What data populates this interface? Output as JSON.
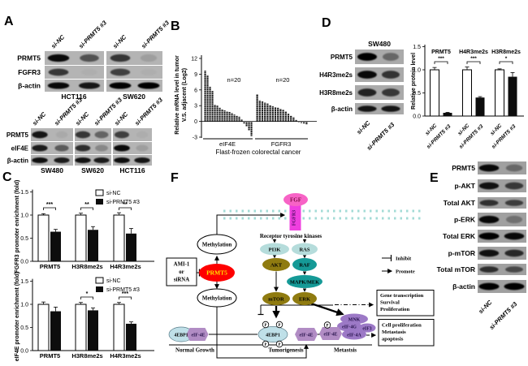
{
  "figure": {
    "labels": {
      "A": "A",
      "B": "B",
      "C": "C",
      "D": "D",
      "E": "E",
      "F": "F"
    },
    "background": "#ffffff"
  },
  "panelA": {
    "top": {
      "lane_labels": [
        "si-NC",
        "si-PRMT5 #3",
        "si-NC",
        "si-PRMT5 #3"
      ],
      "rows": [
        "PRMT5",
        "FGFR3",
        "β-actin"
      ],
      "cell_lines": [
        "HCT116",
        "SW620"
      ],
      "bands": [
        [
          0.95,
          0.55,
          0.7,
          0.12
        ],
        [
          0.7,
          0.03,
          0.65,
          0.03
        ],
        [
          0.95,
          0.88,
          1.0,
          1.0
        ]
      ]
    },
    "bottom": {
      "lane_labels": [
        "si-NC",
        "si-PRMT5 #3",
        "si-NC",
        "si-PRMT5 #3",
        "si-NC",
        "si-PRMT5 #3"
      ],
      "rows": [
        "PRMT5",
        "eIF4E",
        "β-actin"
      ],
      "cell_lines": [
        "SW480",
        "SW620",
        "HCT116"
      ],
      "bands": [
        [
          0.88,
          0.06,
          0.7,
          0.45,
          0.65,
          0.04
        ],
        [
          0.85,
          0.5,
          0.75,
          0.25,
          0.95,
          0.12
        ],
        [
          0.92,
          0.85,
          0.9,
          0.85,
          0.92,
          0.88
        ]
      ]
    }
  },
  "panelB": {
    "type": "bar",
    "ylabel_line1": "Relative mRNA level in tumor",
    "ylabel_line2": "V.S. adjacent (Log2)",
    "xlabel": "Flast-frozen colorectal cancer",
    "yticks": [
      12,
      9,
      6,
      3,
      0,
      -3
    ],
    "ylim": [
      -3,
      12
    ],
    "groups": [
      {
        "name": "eIF4E",
        "n_label": "n=20",
        "values": [
          9.7,
          8.8,
          6.6,
          5.8,
          3.2,
          3.0,
          2.6,
          2.3,
          2.1,
          1.9,
          1.8,
          1.6,
          1.3,
          1.1,
          0.9,
          0.4,
          -0.4,
          -1.0,
          -1.7,
          -2.8
        ]
      },
      {
        "name": "FGFR3",
        "n_label": "n=20",
        "values": [
          5.2,
          4.0,
          3.8,
          3.6,
          3.4,
          3.1,
          2.9,
          2.7,
          2.6,
          2.4,
          2.2,
          1.9,
          1.5,
          1.1,
          0.8,
          0.3,
          -0.2,
          -0.3,
          -0.4,
          -0.6
        ]
      }
    ]
  },
  "panelC": {
    "legend": [
      "si-NC",
      "si-PRMT5 #3"
    ],
    "charts": [
      {
        "type": "bar",
        "ylabel": "FGFR3 promoter enrichment (fold)",
        "yticks": [
          "1.5",
          "1.0",
          "0.5",
          "0.0"
        ],
        "categories": [
          "PRMT5",
          "H3R8me2s",
          "H4R3me2s"
        ],
        "si_nc": [
          1.0,
          1.0,
          1.0
        ],
        "si_nc_err": [
          0.03,
          0.04,
          0.05
        ],
        "si_prmt5": [
          0.64,
          0.68,
          0.6
        ],
        "si_prmt5_err": [
          0.05,
          0.07,
          0.11
        ],
        "significance": [
          "***",
          "**",
          "**"
        ]
      },
      {
        "type": "bar",
        "ylabel": "eIF4E promoter enrichment (fold)",
        "yticks": [
          "1.5",
          "1.0",
          "0.5",
          "0.0"
        ],
        "categories": [
          "PRMT5",
          "H3R8me2s",
          "H4R3me2s"
        ],
        "si_nc": [
          1.0,
          1.0,
          1.0
        ],
        "si_nc_err": [
          0.05,
          0.04,
          0.04
        ],
        "si_prmt5": [
          0.85,
          0.87,
          0.58
        ],
        "si_prmt5_err": [
          0.09,
          0.05,
          0.04
        ],
        "significance": [
          "",
          "*",
          "***"
        ]
      }
    ]
  },
  "panelD": {
    "blot": {
      "title": "SW480",
      "rows": [
        "PRMT5",
        "H4R3me2s",
        "H3R8me2s",
        "β-actin"
      ],
      "lane_labels": [
        "si-NC",
        "si-PRMT5 #3"
      ],
      "bands": [
        [
          1.0,
          0.4
        ],
        [
          0.95,
          0.7
        ],
        [
          0.8,
          0.68
        ],
        [
          0.88,
          0.88
        ]
      ]
    },
    "chart": {
      "type": "bar",
      "ylabel": "Relative protein level",
      "yticks": [
        "1.5",
        "1.0",
        "0.5",
        "0.0"
      ],
      "xlabels": [
        "si-NC",
        "si-PRMT5 #3"
      ],
      "groups": [
        {
          "name": "PRMT5",
          "significance": "***",
          "si_nc": 1.0,
          "si_nc_err": 0.05,
          "si_prmt5": 0.07,
          "si_prmt5_err": 0.01
        },
        {
          "name": "H4R3me2s",
          "significance": "***",
          "si_nc": 1.0,
          "si_nc_err": 0.06,
          "si_prmt5": 0.4,
          "si_prmt5_err": 0.02
        },
        {
          "name": "H3R8me2s",
          "significance": "*",
          "si_nc": 1.0,
          "si_nc_err": 0.02,
          "si_prmt5": 0.85,
          "si_prmt5_err": 0.09
        }
      ]
    }
  },
  "panelE": {
    "rows": [
      "PRMT5",
      "p-AKT",
      "Total AKT",
      "p-ERK",
      "Total ERK",
      "p-mTOR",
      "Total mTOR",
      "β-actin"
    ],
    "lane_labels": [
      "si-NC",
      "si-PRMT5 #3"
    ],
    "bands": [
      [
        0.95,
        0.35
      ],
      [
        0.9,
        0.65
      ],
      [
        0.7,
        0.62
      ],
      [
        0.95,
        0.3
      ],
      [
        1.0,
        0.95
      ],
      [
        0.9,
        0.75
      ],
      [
        0.72,
        0.55
      ],
      [
        1.0,
        1.0
      ]
    ]
  },
  "panelF": {
    "nodes": {
      "fgf": "FGF",
      "fgfr3": "FGFR3",
      "rtk": "Receptor tyrosine kinases",
      "pi3k": "PI3K",
      "ras": "RAS",
      "akt": "AKT",
      "raf": "RAF",
      "mapkmek": "MAPK/MEK",
      "mtor": "mTOR",
      "erk": "ERK",
      "methylation": "Methylation",
      "prmt5": "PRMT5",
      "ami": [
        "AMI-1",
        "or",
        "siRNA"
      ],
      "mnk": "MNK",
      "eif4g": "eIF-4G",
      "eif3": "eIF3",
      "eif4a": "eIF-4A",
      "eif4e": "eIF-4E",
      "fourebp1": "4EBP1",
      "phospho": "P"
    },
    "stage_labels": [
      "Normal Growth",
      "Tumorigenesis",
      "Metastsis"
    ],
    "outcome_boxes": [
      [
        "Gene transcription",
        "Survival",
        "Proliferation"
      ],
      [
        "Cell proliferation",
        "Metastasis",
        "apoptosis"
      ]
    ],
    "legend": [
      {
        "style": "inhibit",
        "label": "Inhibit"
      },
      {
        "style": "promote",
        "label": "Promote"
      }
    ],
    "colors": {
      "fgf": "#f763c6",
      "fgf_text": "#7c0f45",
      "fgfr3": "#ef3fdf",
      "fgfr3_text": "#42095c",
      "membrane": "#a3dbd6",
      "light_teal": "#b5dcdb",
      "olive": "#8f7b10",
      "teal": "#159a97",
      "prmt5_fill": "#fe0000",
      "prmt5_text": "#ffe400",
      "purple": "#9c79c6",
      "purple_text": "#241049",
      "mauve": "#b18cc4",
      "pale_blue": "#bfe0e8",
      "box_border": "#000000"
    }
  }
}
